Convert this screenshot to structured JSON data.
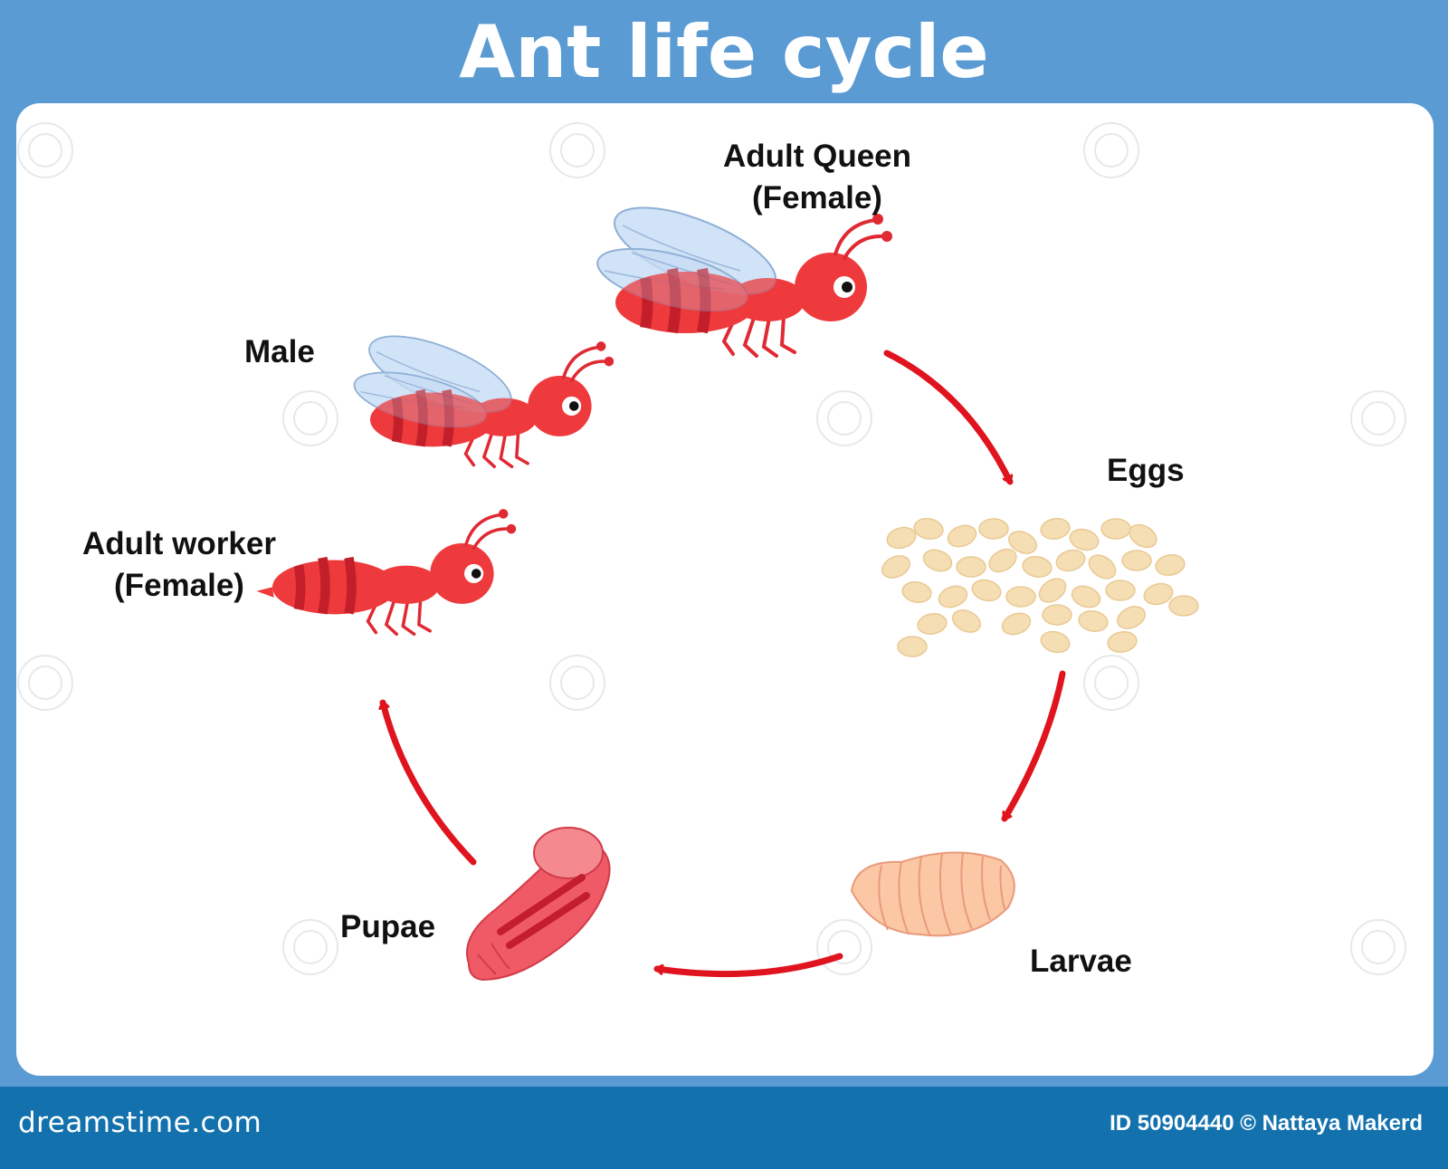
{
  "title": "Ant life cycle",
  "stages": {
    "queen": {
      "line1": "Adult Queen",
      "line2": "(Female)"
    },
    "male": {
      "label": "Male"
    },
    "worker": {
      "line1": "Adult worker",
      "line2": "(Female)"
    },
    "eggs": {
      "label": "Eggs"
    },
    "larvae": {
      "label": "Larvae"
    },
    "pupae": {
      "label": "Pupae"
    }
  },
  "colors": {
    "frame": "#5a9bd3",
    "footer": "#1372ae",
    "arrow": "#e0141e",
    "ant_body": "#ee3a3c",
    "ant_stripe": "#c21f2a",
    "wing": "#c7dcf4",
    "egg": "#f5deb3",
    "larva": "#fbc7a4",
    "pupa": "#f05a67"
  },
  "footer": {
    "site": "dreamstime.com",
    "credit": "ID 50904440 © Nattaya Makerd"
  }
}
